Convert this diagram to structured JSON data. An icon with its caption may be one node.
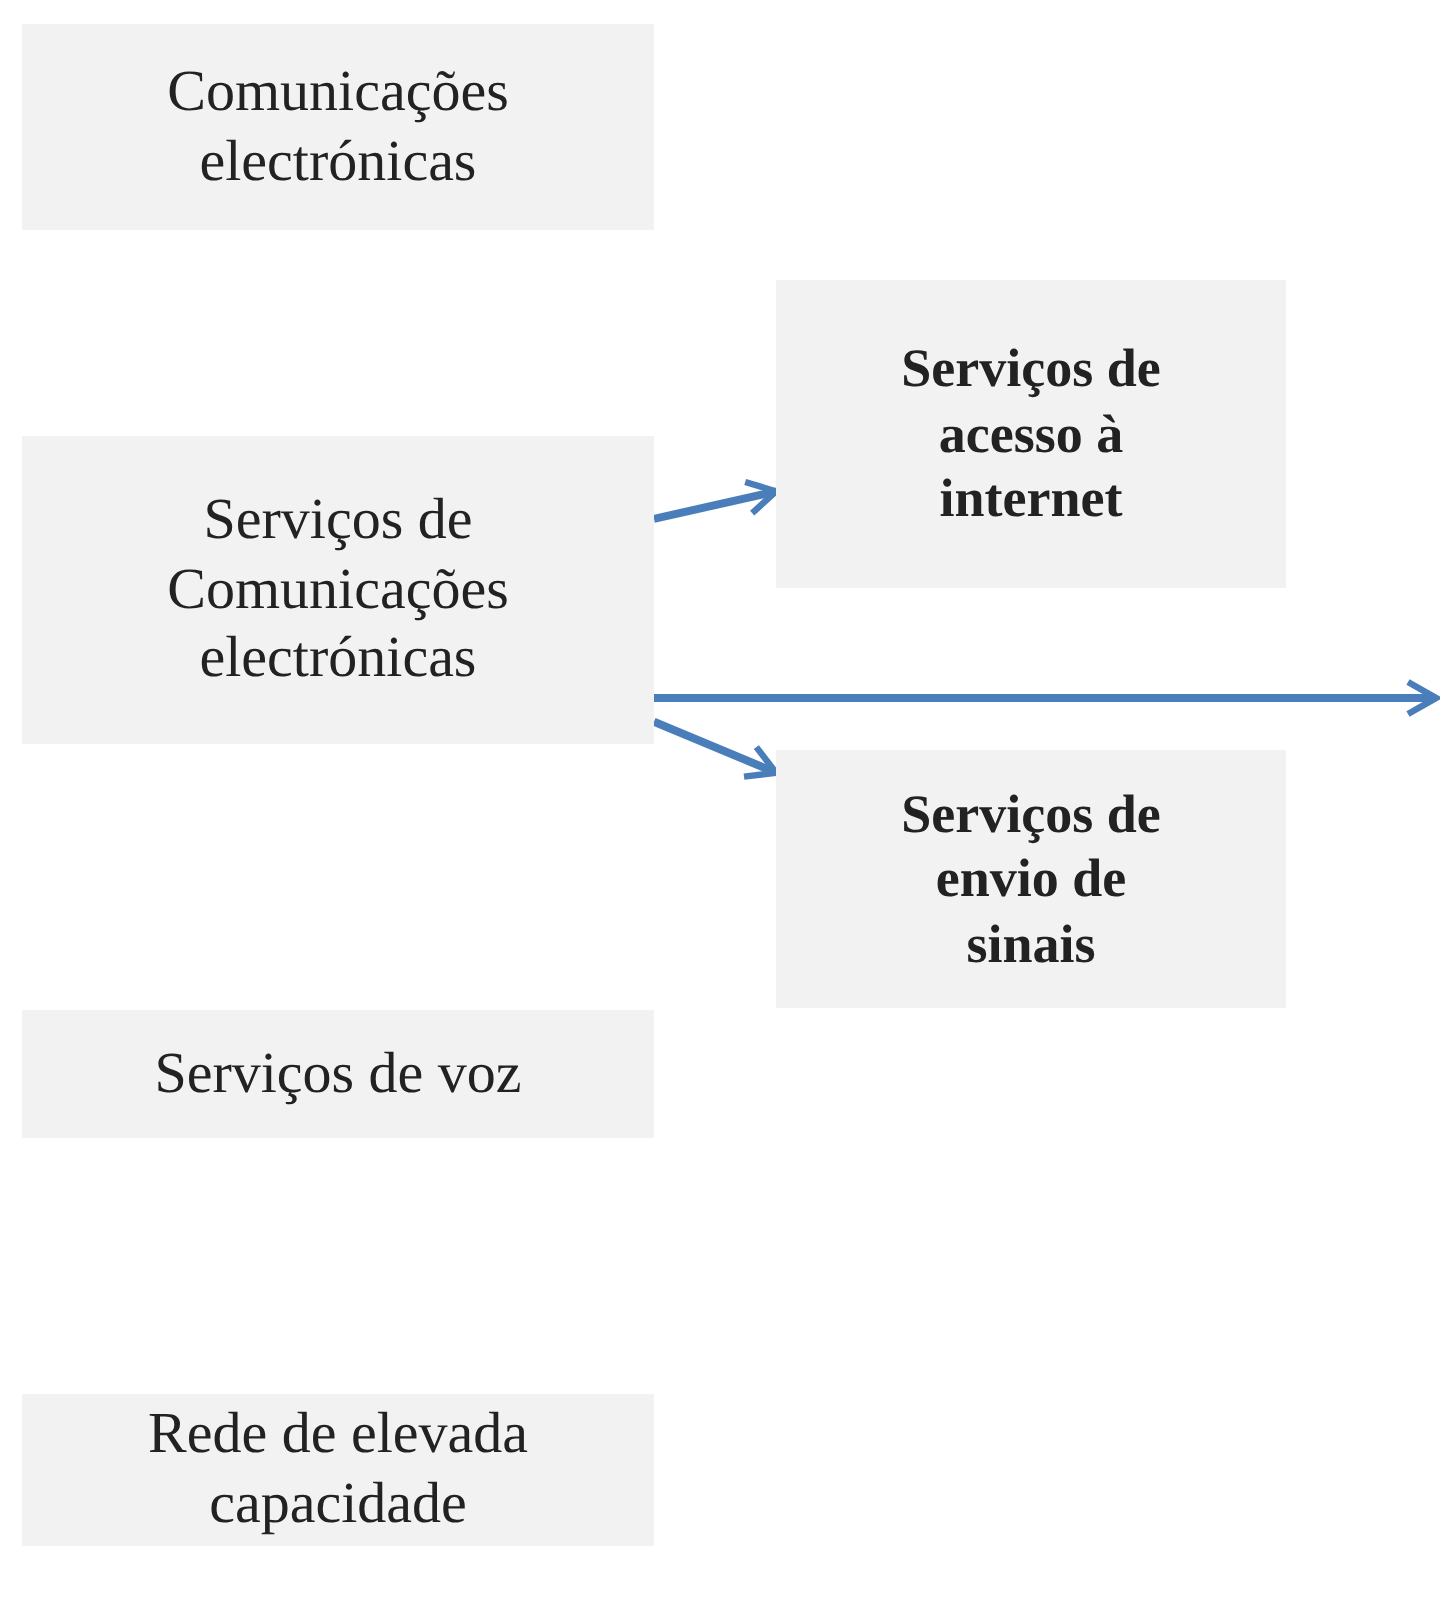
{
  "diagram": {
    "nodes": [
      {
        "text": [
          "Comunicações electrónicas"
        ]
      },
      {
        "text": [
          "Serviços de Comunicações electrónicas"
        ]
      },
      {
        "text": [
          "Serviços de acesso à internet"
        ]
      },
      {
        "text": [
          "Serviços de envio de sinais"
        ]
      },
      {
        "text": [
          "Serviços de voz"
        ]
      },
      {
        "text": [
          "Rede de elevada capacidade"
        ]
      }
    ],
    "edges": [
      {
        "from": 1,
        "to": 2,
        "arrow": "to"
      },
      {
        "from": 1,
        "to": null,
        "arrow": "to"
      },
      {
        "from": 1,
        "to": 3,
        "arrow": "to"
      }
    ]
  }
}
